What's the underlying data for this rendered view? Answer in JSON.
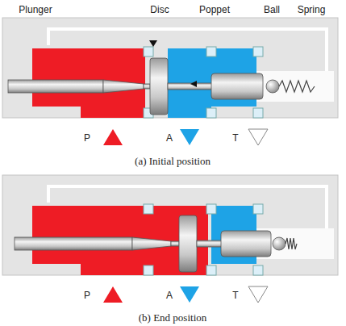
{
  "diagram": {
    "labels": [
      "Plunger",
      "Disc",
      "Poppet",
      "Ball",
      "Spring",
      "P",
      "A",
      "T",
      "(a) Initial position",
      "P",
      "A",
      "T",
      "(b) End position"
    ]
  }
}
